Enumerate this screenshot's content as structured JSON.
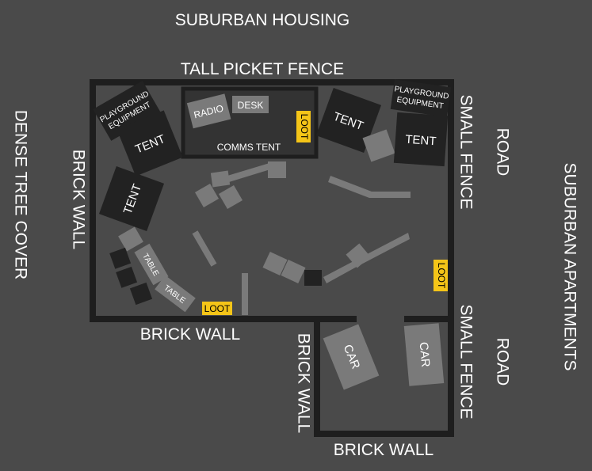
{
  "colors": {
    "background": "#4a4a4a",
    "wall": "#1e1e1e",
    "dark_object": "#222222",
    "debris": "#7a7a7a",
    "loot": "#f5c518",
    "text": "#ffffff"
  },
  "surroundings": {
    "top": "SUBURBAN HOUSING",
    "left": "DENSE TREE COVER",
    "right": "SUBURBAN APARTMENTS",
    "road_upper": "ROAD",
    "road_lower": "ROAD"
  },
  "boundaries": {
    "north": "TALL PICKET FENCE",
    "west": "BRICK WALL",
    "south_main": "BRICK WALL",
    "lot_west": "BRICK WALL",
    "lot_south": "BRICK WALL",
    "east_upper": "SMALL FENCE",
    "east_lower": "SMALL FENCE"
  },
  "structures": {
    "comms_tent": "COMMS TENT",
    "radio": "RADIO",
    "desk": "DESK",
    "tent_nw": "TENT",
    "tent_w": "TENT",
    "tent_n": "TENT",
    "tent_ne": "TENT",
    "playground_nw": [
      "PLAYGROUND",
      "EQUIPMENT"
    ],
    "playground_ne": [
      "PLAYGROUND",
      "EQUIPMENT"
    ],
    "table_1": "TABLE",
    "table_2": "TABLE",
    "car_1": "CAR",
    "car_2": "CAR"
  },
  "loot": {
    "comms": "LOOT",
    "east": "LOOT",
    "south": "LOOT"
  }
}
